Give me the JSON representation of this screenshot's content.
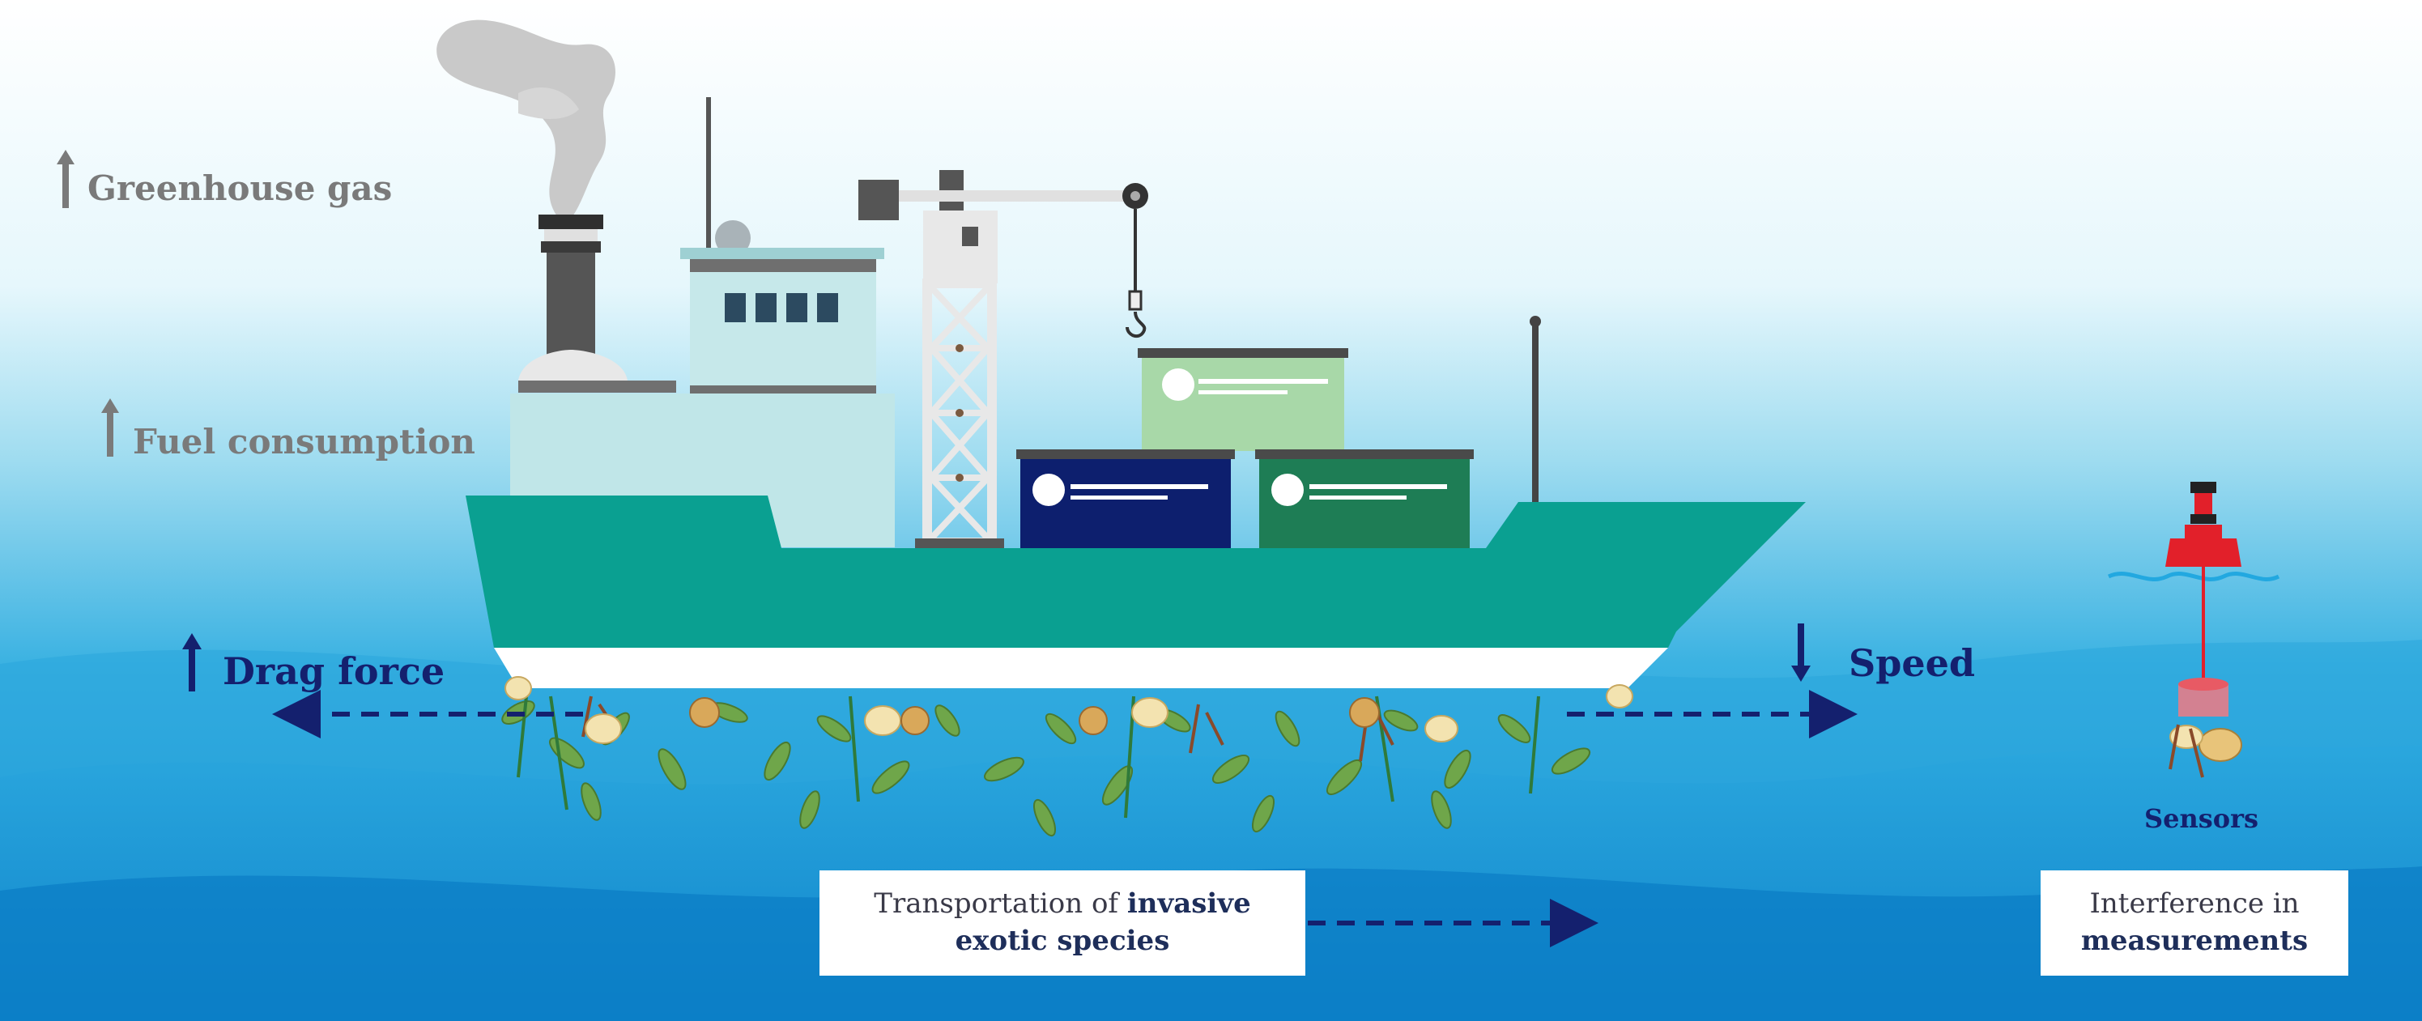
{
  "labels": {
    "greenhouse_gas": "Greenhouse gas",
    "fuel_consumption": "Fuel consumption",
    "drag_force": "Drag force",
    "speed": "Speed",
    "sensors": "Sensors"
  },
  "box_invasive": {
    "line1_plain": "Transportation of ",
    "line1_bold": "invasive",
    "line2_bold": "exotic species"
  },
  "box_interference": {
    "line1_plain": "Interference in",
    "line2_bold": "measurements"
  },
  "colors": {
    "hull": "#0aa091",
    "hull_white": "#ffffff",
    "superstructure": "#bfe6e8",
    "container_blue": "#0d1f6e",
    "container_green": "#1e7d55",
    "container_light": "#a8d8a8",
    "sea_dark": "#0b8fd0",
    "sea_light": "#d8f3fb",
    "arrow_navy": "#14206e",
    "buoy_red": "#e2202a"
  }
}
